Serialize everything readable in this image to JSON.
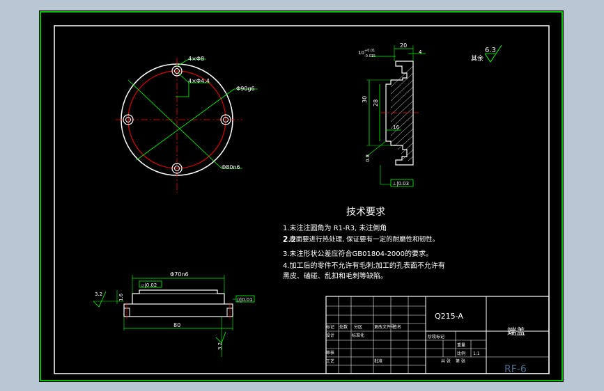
{
  "front_view": {
    "holes_callout": "4×Φ8",
    "counterbore_callout": "4×Φ4.4",
    "bolt_circle_diameter": "Φ90g6",
    "outer_diameter": "Φ80n6"
  },
  "section_view": {
    "dim_width_top": "20",
    "dim_step": "4",
    "dim_tol": "10",
    "tol_upper": "+0.01",
    "tol_lower": "-0.015",
    "dim_height_30": "30",
    "dim_height_28": "28",
    "dim_depth_16": "16",
    "dim_chamfer": "0.8",
    "flatness_frame": "⊥|0.03"
  },
  "roughness": {
    "label": "其余",
    "value": "6.3"
  },
  "bottom_view": {
    "dim_70": "Φ70n6",
    "dim_80": "80",
    "flatness_frame": "▱|0.02",
    "parallel_frame": "//|0.01",
    "roughness_left": "3.2",
    "dim_left_16": "1.6",
    "roughness_bottom": "3.2"
  },
  "tech_req": {
    "title": "技术要求",
    "lines": [
      "1.未注注圆角为 R1-R3, 未注倒角",
      "2.表面要进行热处理, 保证要有一定的耐磨性和韧性。",
      "3.未注形状公差应符合GB01804-2000的要求。",
      "4.加工后的零件不允许有毛刺;加工的孔表面不允许有",
      "黑皮、磕碰、乱扣和毛刺等缺陷。"
    ],
    "overlap_mark": "2.2"
  },
  "title_block": {
    "material": "Q215-A",
    "part_name": "端盖",
    "drawing_number": "RF-6",
    "row_labels": [
      "标记",
      "处数",
      "分区",
      "更改文件号",
      "签名"
    ],
    "row_labels2": [
      "设计",
      "标准化",
      "阶段标记"
    ],
    "row_labels3": [
      "审核",
      "工艺",
      "批准"
    ],
    "scale_label": "比例",
    "scale_value": "1:1",
    "weight_label": "重量",
    "sheet_labels": [
      "共 张",
      "第 张"
    ]
  },
  "colors": {
    "background": "#000000",
    "frame": "#00ff00",
    "lines": "#ffffff",
    "center_lines": "#ff0000",
    "dim_lines": "#00ff00",
    "text": "#ffffff",
    "window_bg": "#b9c6d3"
  }
}
